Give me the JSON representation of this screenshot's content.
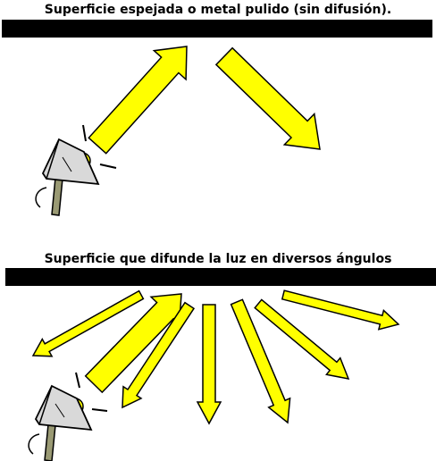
{
  "diagram": {
    "top_panel": {
      "title": "Superficie espejada o metal pulido (sin difusión)."
    },
    "bottom_panel": {
      "title": "Superficie que difunde la luz en diversos ángulos"
    }
  },
  "colors": {
    "surface": "#000000",
    "ray_fill": "#ffff00",
    "ray_stroke": "#000000",
    "lamp_body": "#d9d9d9",
    "lamp_handle": "#9a9a74",
    "lamp_bulb": "#ffff00"
  },
  "icons": [
    "spotlight-icon",
    "light-ray-arrow"
  ]
}
